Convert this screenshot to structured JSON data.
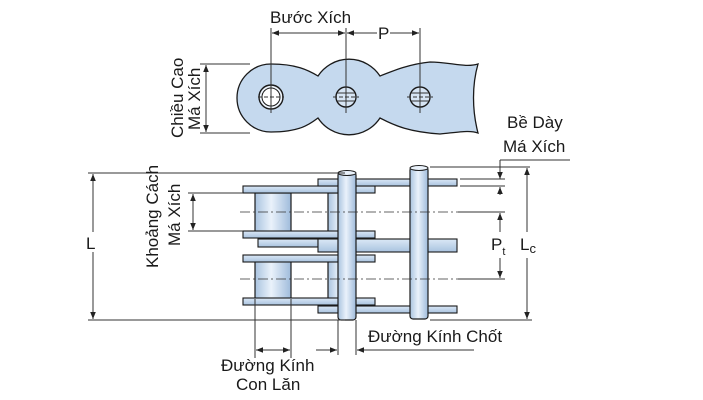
{
  "labels": {
    "pitch": "Bước Xích",
    "pitch_symbol": "P",
    "plate_height_line1": "Chiều Cao",
    "plate_height_line2": "Má Xích",
    "plate_thickness_line1": "Bề Dày",
    "plate_thickness_line2": "Má Xích",
    "plate_spacing_line1": "Khoảng Cách",
    "plate_spacing_line2": "Má Xích",
    "overall_length": "L",
    "transverse_pitch": "P",
    "transverse_pitch_sub": "t",
    "connecting_length": "L",
    "connecting_length_sub": "c",
    "pin_diameter": "Đường Kính Chốt",
    "roller_diameter_line1": "Đường Kính",
    "roller_diameter_line2": "Con Lăn"
  },
  "colors": {
    "part_fill": "#c5d9ee",
    "outline": "#1a1a1a"
  }
}
